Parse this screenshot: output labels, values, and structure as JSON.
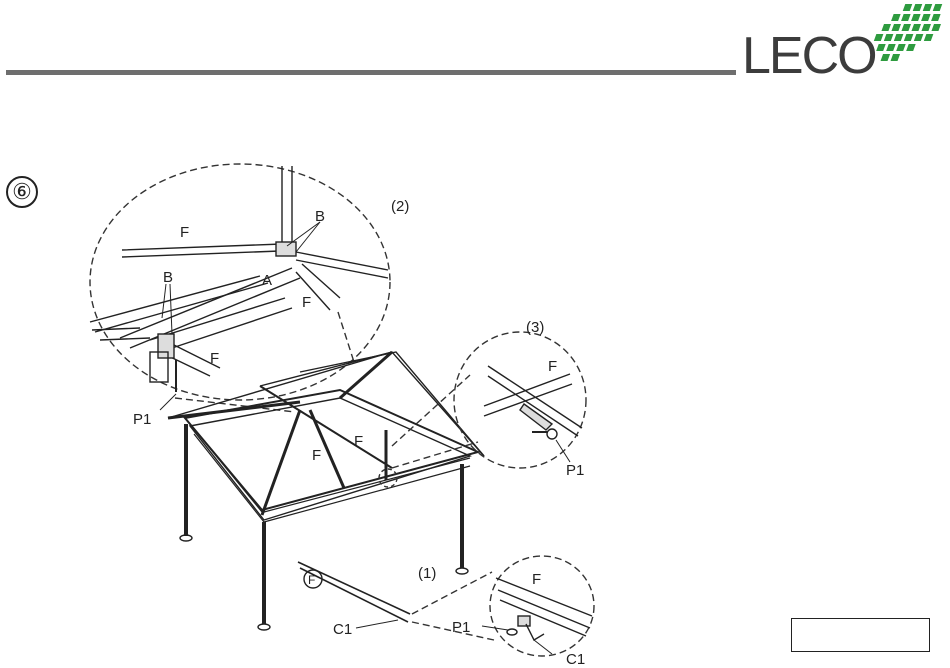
{
  "header": {
    "logo_text": "LECO",
    "accent_color": "#2e9b3f",
    "rule_color": "#6e6e6e"
  },
  "step": {
    "number": "⑥"
  },
  "diagram": {
    "callouts": {
      "detail_2_tag": "(2)",
      "detail_3_tag": "(3)",
      "detail_1_tag": "(1)",
      "label_b_top": "B",
      "label_b_left": "B",
      "label_a": "A",
      "label_f_d2_top": "F",
      "label_f_d2_right": "F",
      "label_f_d2_bottom": "F",
      "label_p1_d2": "P1",
      "label_f_main_left": "F",
      "label_f_main_right": "F",
      "label_f_d3": "F",
      "label_p1_d3": "P1",
      "label_f_circle": "F",
      "label_c1_pole": "C1",
      "label_f_d1": "F",
      "label_p1_d1": "P1",
      "label_c1_d1": "C1"
    }
  },
  "footer": {
    "page_box_text": ""
  }
}
